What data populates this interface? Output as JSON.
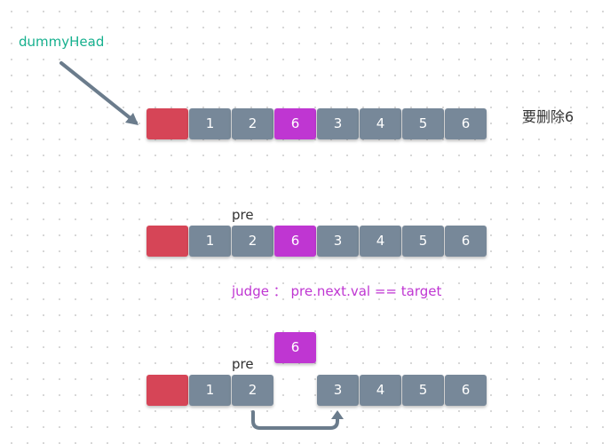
{
  "colors": {
    "head": "#d64557",
    "node": "#778899",
    "target": "#bf36d2",
    "label_teal": "#16b08e",
    "judge": "#bf36d2",
    "arrow": "#6b7c8c"
  },
  "labels": {
    "dummy_head": "dummyHead",
    "delete_note": "要删除6",
    "pre": "pre",
    "judge": "judge ： pre.next.val == target"
  },
  "rows": [
    {
      "nodes": [
        "",
        "1",
        "2",
        "6",
        "3",
        "4",
        "5",
        "6"
      ],
      "kinds": [
        "head",
        "node",
        "node",
        "target",
        "node",
        "node",
        "node",
        "node"
      ]
    },
    {
      "nodes": [
        "",
        "1",
        "2",
        "6",
        "3",
        "4",
        "5",
        "6"
      ],
      "kinds": [
        "head",
        "node",
        "node",
        "target",
        "node",
        "node",
        "node",
        "node"
      ]
    },
    {
      "nodes": [
        "",
        "1",
        "2",
        null,
        "3",
        "4",
        "5",
        "6"
      ],
      "kinds": [
        "head",
        "node",
        "node",
        null,
        "node",
        "node",
        "node",
        "node"
      ]
    }
  ],
  "removed_node": {
    "value": "6",
    "kind": "target"
  }
}
